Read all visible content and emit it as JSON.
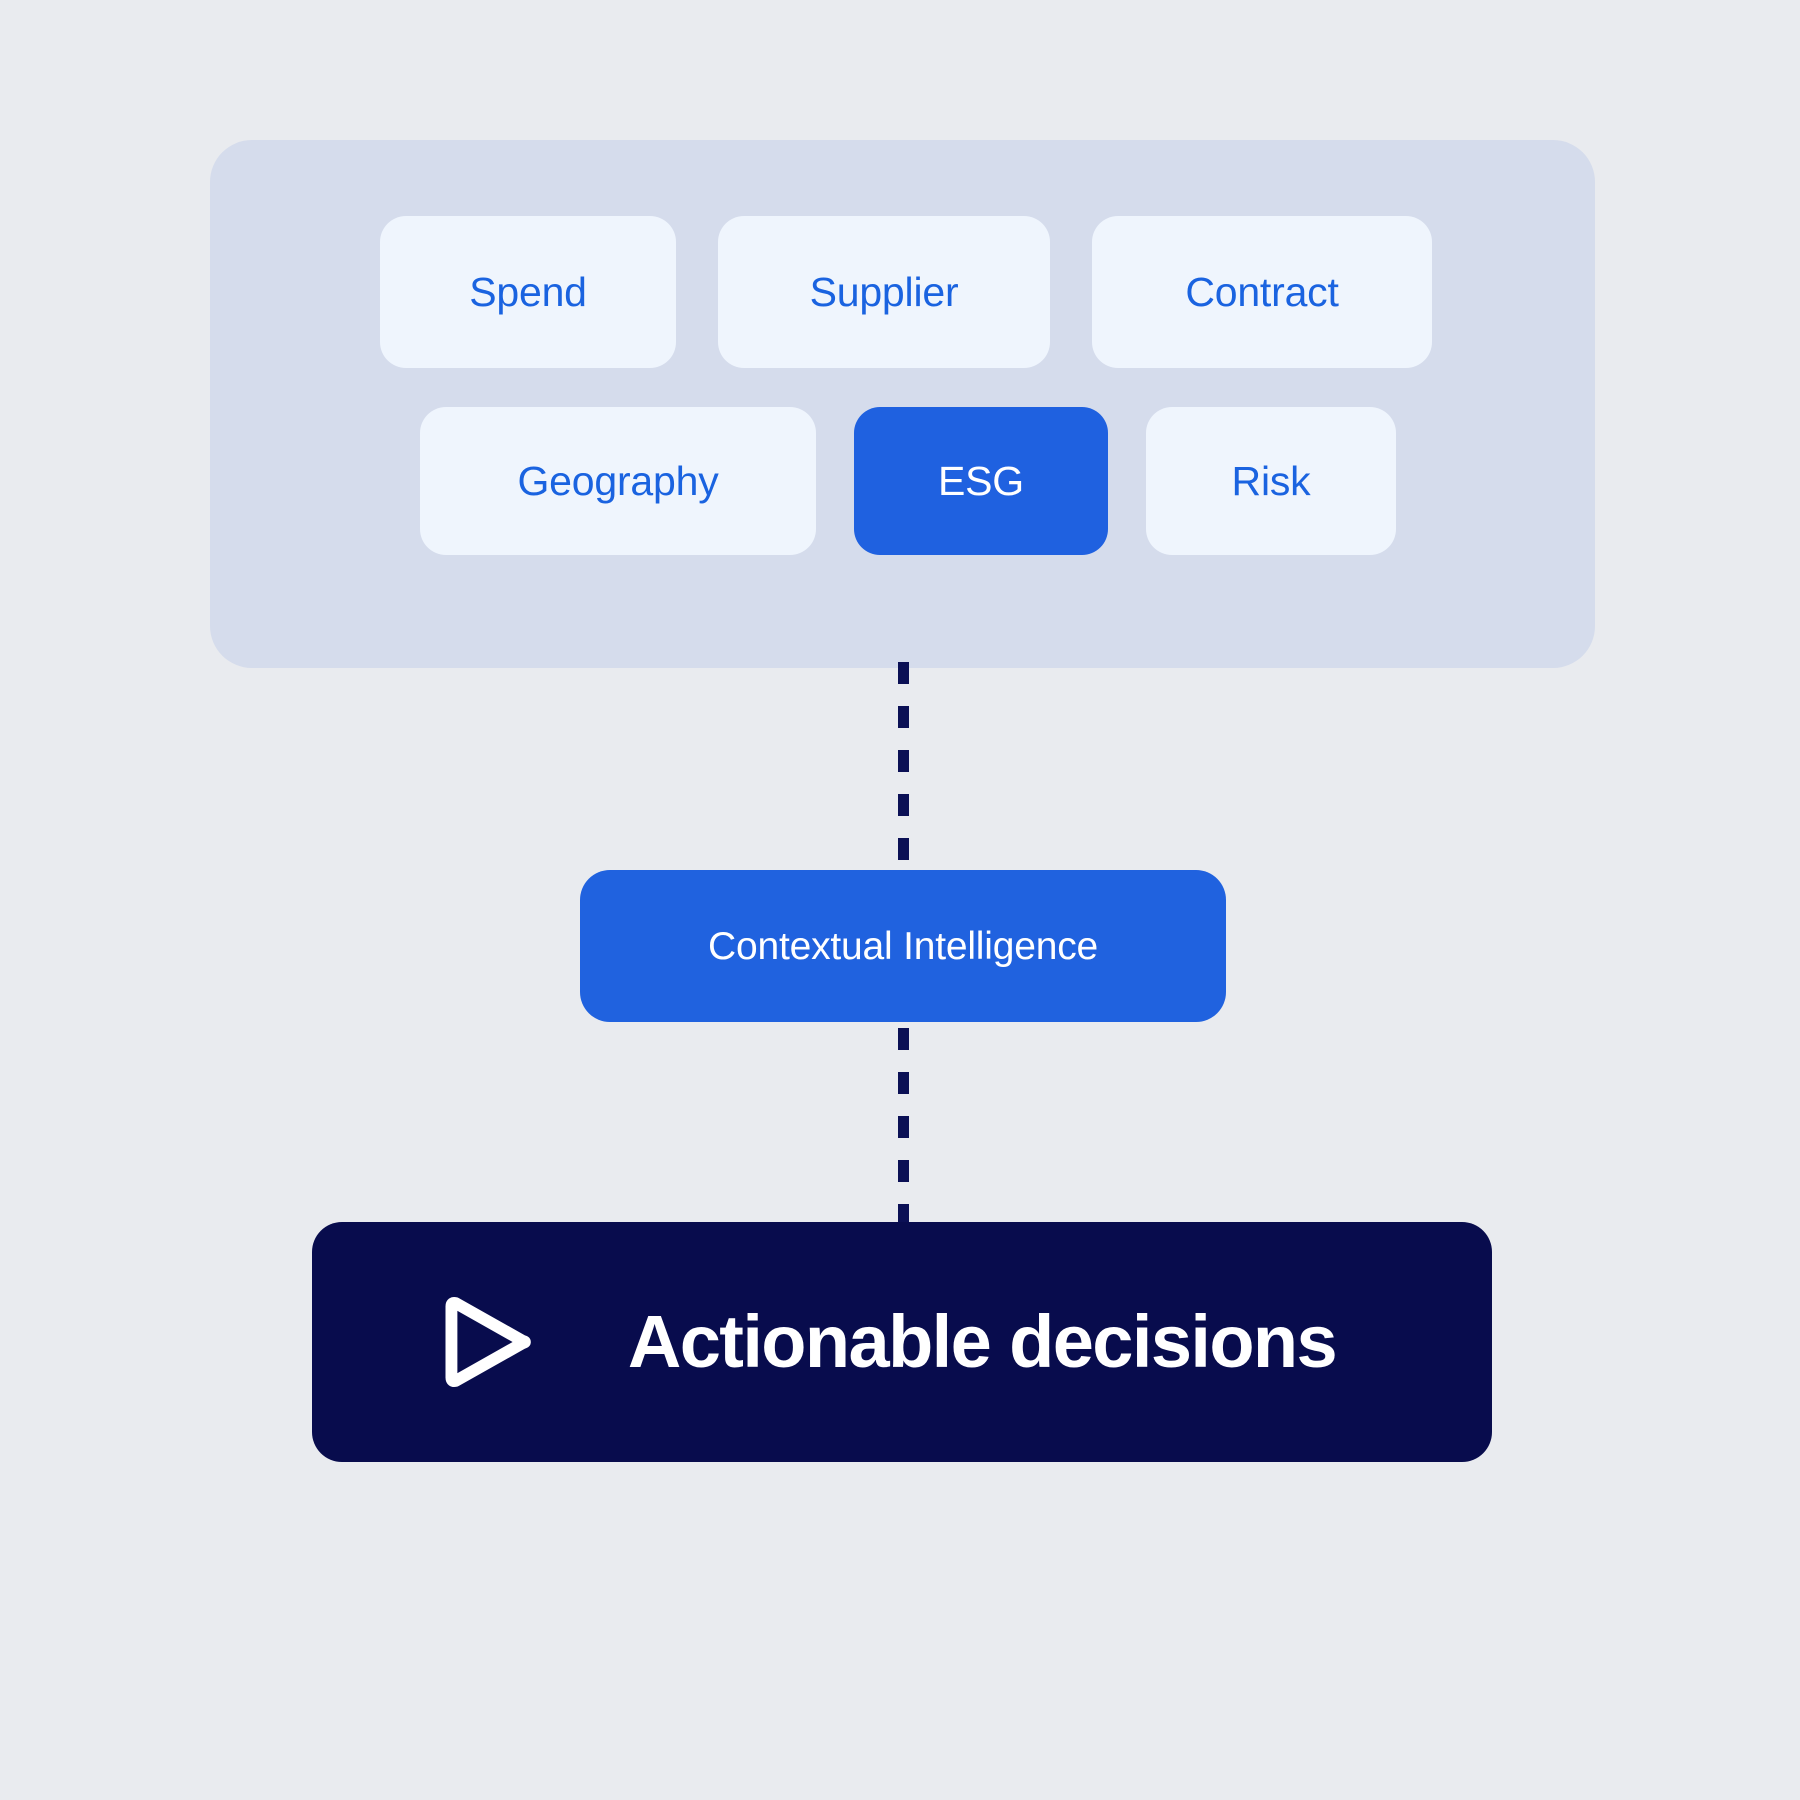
{
  "background_color": "#e9ebef",
  "colors": {
    "panel": "#d5dcec",
    "chip_fill": "#eff5fd",
    "chip_text": "#1a63e0",
    "accent_blue": "#2062df",
    "chip_active": "#1f61e0",
    "navy": "#080c4d",
    "dash": "#0b1055",
    "white": "#ffffff"
  },
  "source_panel": {
    "name": "data-source-categories",
    "rows": [
      {
        "chips": [
          {
            "label": "Spend",
            "active": false
          },
          {
            "label": "Supplier",
            "active": false
          },
          {
            "label": "Contract",
            "active": false
          }
        ]
      },
      {
        "chips": [
          {
            "label": "Geography",
            "active": false
          },
          {
            "label": "ESG",
            "active": true
          },
          {
            "label": "Risk",
            "active": false
          }
        ]
      }
    ]
  },
  "middle_node": {
    "label": "Contextual Intelligence"
  },
  "outcome_node": {
    "icon": "play-triangle-icon",
    "label": "Actionable decisions"
  },
  "connectors": [
    {
      "name": "connector-panel-to-intelligence",
      "style": "dashed-vertical"
    },
    {
      "name": "connector-intelligence-to-outcome",
      "style": "dashed-vertical"
    }
  ]
}
